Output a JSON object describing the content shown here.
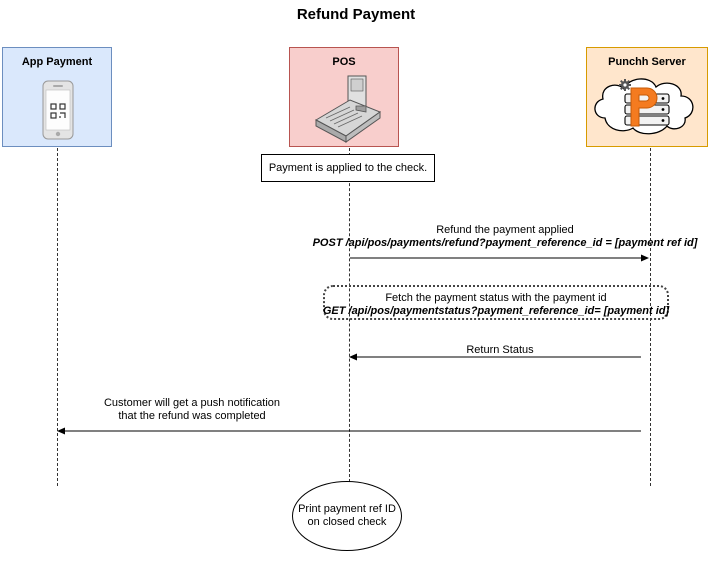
{
  "title": "Refund Payment",
  "actors": {
    "app": {
      "label": "App Payment",
      "icon": "phone-qr-icon",
      "fill": "#dae8fc",
      "stroke": "#6c8ebf"
    },
    "pos": {
      "label": "POS",
      "icon": "cash-register-icon",
      "fill": "#f8cecc",
      "stroke": "#b85450"
    },
    "server": {
      "label": "Punchh Server",
      "icon": "cloud-server-icon",
      "fill": "#ffe6cc",
      "stroke": "#d79b00"
    }
  },
  "note_applied": "Payment is applied to the check.",
  "messages": {
    "refund": {
      "line1": "Refund the payment applied",
      "line2": "POST /api/pos/payments/refund?payment_reference_id = [payment ref id]"
    },
    "fetch": {
      "line1": "Fetch the payment status with the payment id",
      "line2": "GET /api/pos/paymentstatus?payment_reference_id= [payment id]"
    },
    "return": {
      "line1": "Return Status"
    },
    "push": {
      "line1": "Customer will get a push notification",
      "line2": "that the refund was completed"
    }
  },
  "end_note": {
    "line1": "Print payment ref ID",
    "line2": "on closed check"
  }
}
